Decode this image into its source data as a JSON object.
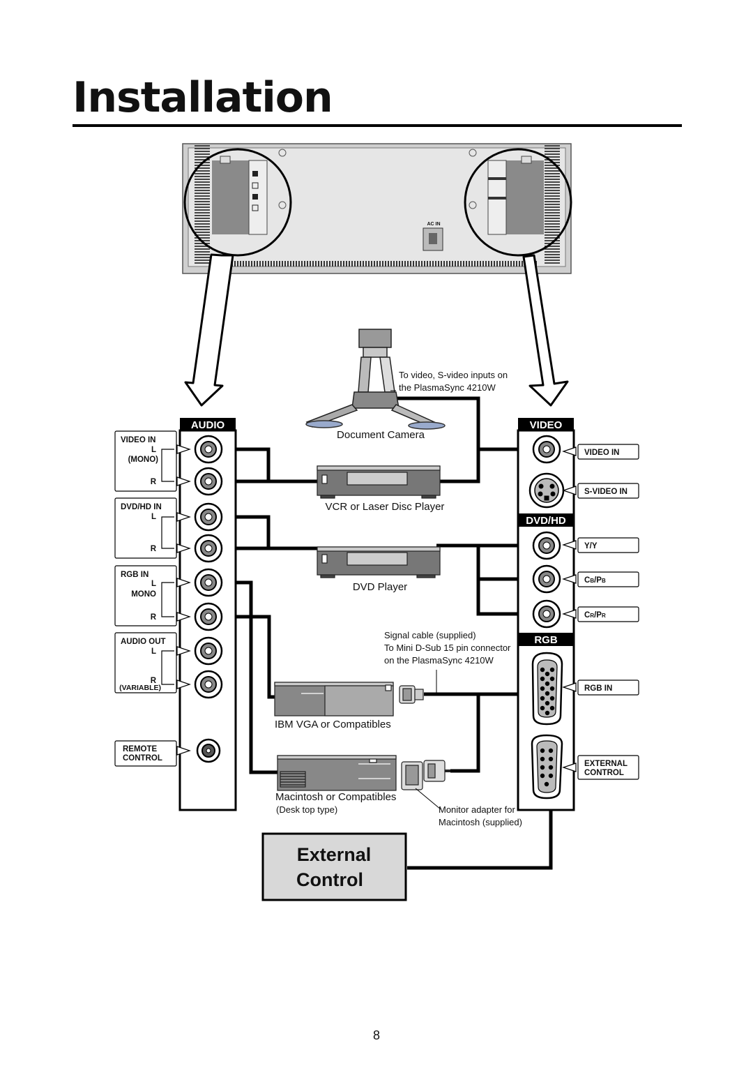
{
  "page": {
    "title": "Installation",
    "page_number": "8"
  },
  "panel": {
    "ac_in": "AC IN"
  },
  "sections": {
    "audio": "AUDIO",
    "video": "VIDEO",
    "dvd_hd": "DVD/HD",
    "rgb": "RGB"
  },
  "left_labels": {
    "video_in": "VIDEO IN",
    "l": "L",
    "mono_paren": "(MONO)",
    "r": "R",
    "dvd_hd_in": "DVD/HD IN",
    "rgb_in": "RGB IN",
    "mono": "MONO",
    "audio_out": "AUDIO OUT",
    "variable": "(VARIABLE)",
    "remote": "REMOTE",
    "control": "CONTROL"
  },
  "right_labels": {
    "video_in": "VIDEO IN",
    "s_video_in": "S-VIDEO IN",
    "y": "Y/Y",
    "cb_main": "C",
    "cb_sub1": "B",
    "cb_mid": "/P",
    "cb_sub2": "B",
    "cr_main": "C",
    "cr_sub1": "R",
    "cr_mid": "/P",
    "cr_sub2": "R",
    "rgb_in": "RGB IN",
    "external": "EXTERNAL",
    "control": "CONTROL"
  },
  "devices": {
    "camera_note_1": "To video, S-video inputs on",
    "camera_note_2": "the PlasmaSync 4210W",
    "document_camera": "Document Camera",
    "vcr": "VCR or Laser Disc Player",
    "dvd": "DVD Player",
    "signal_1": "Signal cable (supplied)",
    "signal_2": "To Mini D-Sub 15 pin connector",
    "signal_3": "on the PlasmaSync 4210W",
    "ibm": "IBM VGA or Compatibles",
    "mac": "Macintosh or Compatibles",
    "mac_sub": "(Desk top type)",
    "adapter_1": "Monitor adapter for",
    "adapter_2": "Macintosh (supplied)"
  },
  "external_box": {
    "line1": "External",
    "line2": "Control"
  }
}
